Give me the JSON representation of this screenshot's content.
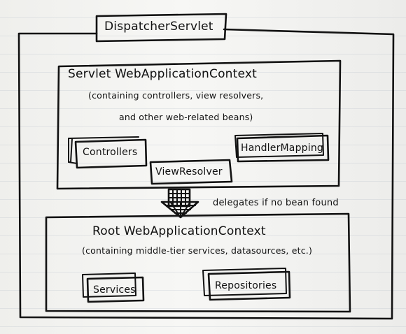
{
  "diagram": {
    "dispatcher": {
      "label": "DispatcherServlet"
    },
    "servlet_context": {
      "title": "Servlet WebApplicationContext",
      "line1": "(containing controllers, view resolvers,",
      "line2": "and other web-related beans)",
      "controllers": "Controllers",
      "handler_mapping": "HandlerMapping",
      "view_resolver": "ViewResolver"
    },
    "delegation": {
      "label": "delegates if no bean found"
    },
    "root_context": {
      "title": "Root WebApplicationContext",
      "line1": "(containing middle-tier services, datasources, etc.)",
      "services": "Services",
      "repositories": "Repositories"
    }
  }
}
